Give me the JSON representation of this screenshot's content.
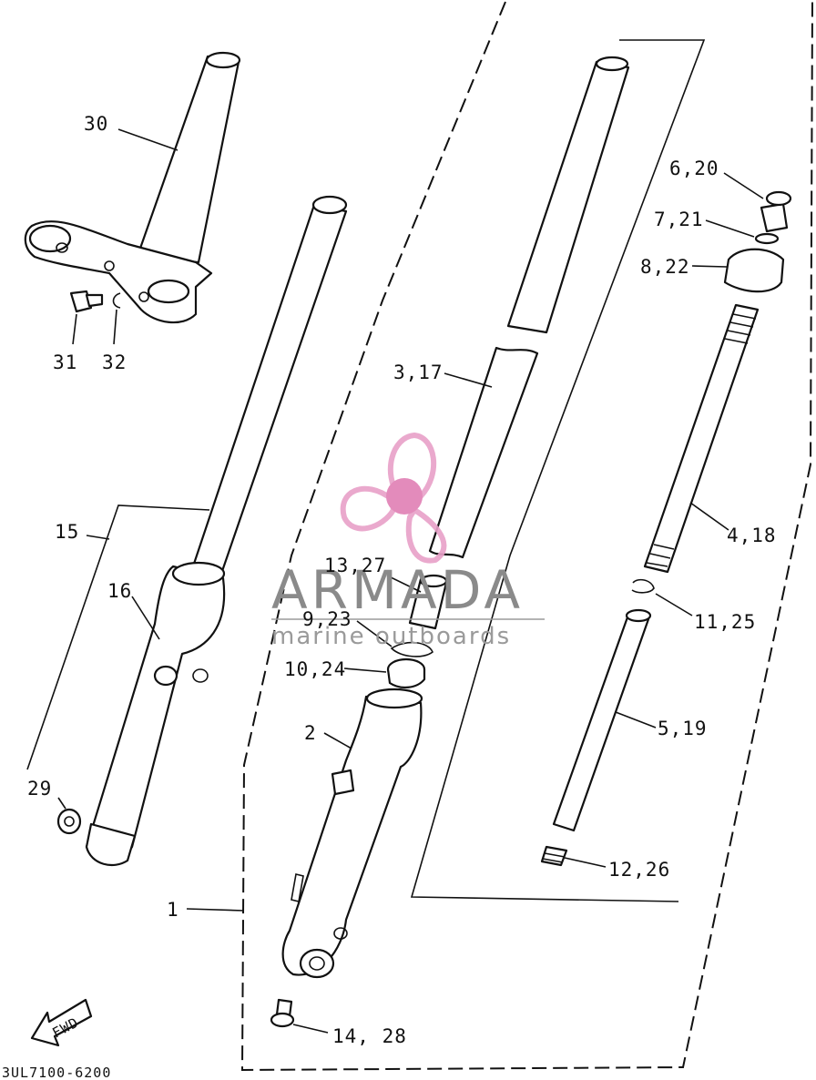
{
  "diagram": {
    "part_labels": {
      "p30": "30",
      "p31": "31",
      "p32": "32",
      "p15": "15",
      "p16": "16",
      "p29": "29",
      "p1": "1",
      "p2": "2",
      "p3_17": "3,17",
      "p6_20": "6,20",
      "p7_21": "7,21",
      "p8_22": "8,22",
      "p4_18": "4,18",
      "p13_27": "13,27",
      "p9_23": "9,23",
      "p10_24": "10,24",
      "p11_25": "11,25",
      "p5_19": "5,19",
      "p12_26": "12,26",
      "p14_28": "14, 28"
    },
    "fwd_label": "FWD",
    "drawing_code": "3UL7100-6200"
  },
  "watermark": {
    "title": "ARMADA",
    "subtitle": "marine outboards",
    "logo_color": "#e8a0c8",
    "logo_center_color": "#e07fb4",
    "icon": "propeller-logo-icon"
  }
}
